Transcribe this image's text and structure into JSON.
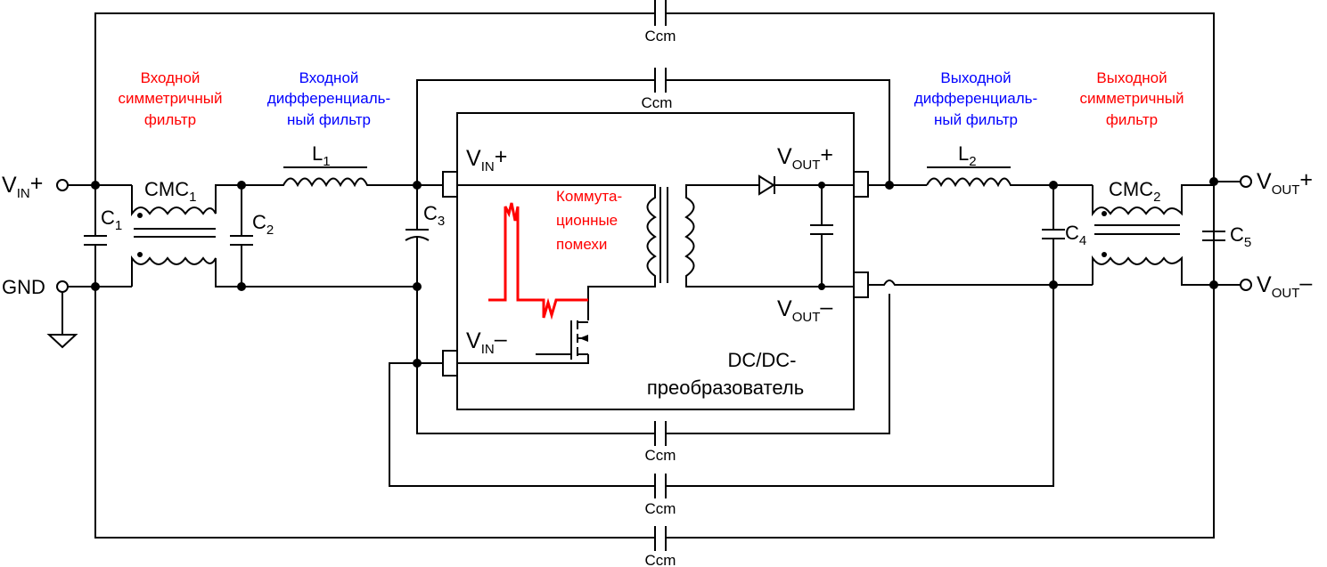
{
  "ccm": {
    "label": "Ccm"
  },
  "filters": {
    "in_cm": [
      "Входной",
      "симметричный",
      "фильтр"
    ],
    "in_dm": [
      "Входной",
      "дифференциаль-",
      "ный фильтр"
    ],
    "out_dm": [
      "Выходной",
      "дифференциаль-",
      "ный фильтр"
    ],
    "out_cm": [
      "Выходной",
      "симметричный",
      "фильтр"
    ]
  },
  "terminals": {
    "vin_plus": {
      "main": "V",
      "sub": "IN",
      "suffix": "+"
    },
    "gnd": "GND",
    "vout_plus": {
      "main": "V",
      "sub": "OUT",
      "suffix": "+"
    },
    "vout_minus": {
      "main": "V",
      "sub": "OUT",
      "suffix": "–"
    }
  },
  "converter": {
    "vin_plus": {
      "main": "V",
      "sub": "IN",
      "suffix": "+"
    },
    "vin_minus": {
      "main": "V",
      "sub": "IN",
      "suffix": "–"
    },
    "vout_plus": {
      "main": "V",
      "sub": "OUT",
      "suffix": "+"
    },
    "vout_minus": {
      "main": "V",
      "sub": "OUT",
      "suffix": "–"
    },
    "title_line1": "DC/DC-",
    "title_line2": "преобразователь",
    "noise": [
      "Коммута-",
      "ционные",
      "помехи"
    ]
  },
  "components": {
    "cmc1": {
      "main": "CMC",
      "sub": "1"
    },
    "cmc2": {
      "main": "CMC",
      "sub": "2"
    },
    "l1": {
      "main": "L",
      "sub": "1"
    },
    "l2": {
      "main": "L",
      "sub": "2"
    },
    "c1": {
      "main": "C",
      "sub": "1"
    },
    "c2": {
      "main": "C",
      "sub": "2"
    },
    "c3": {
      "main": "C",
      "sub": "3"
    },
    "c4": {
      "main": "C",
      "sub": "4"
    },
    "c5": {
      "main": "C",
      "sub": "5"
    }
  },
  "colors": {
    "cm_filter": "#ff0000",
    "dm_filter": "#0000ff",
    "noise": "#ff0000",
    "wire": "#000000"
  }
}
